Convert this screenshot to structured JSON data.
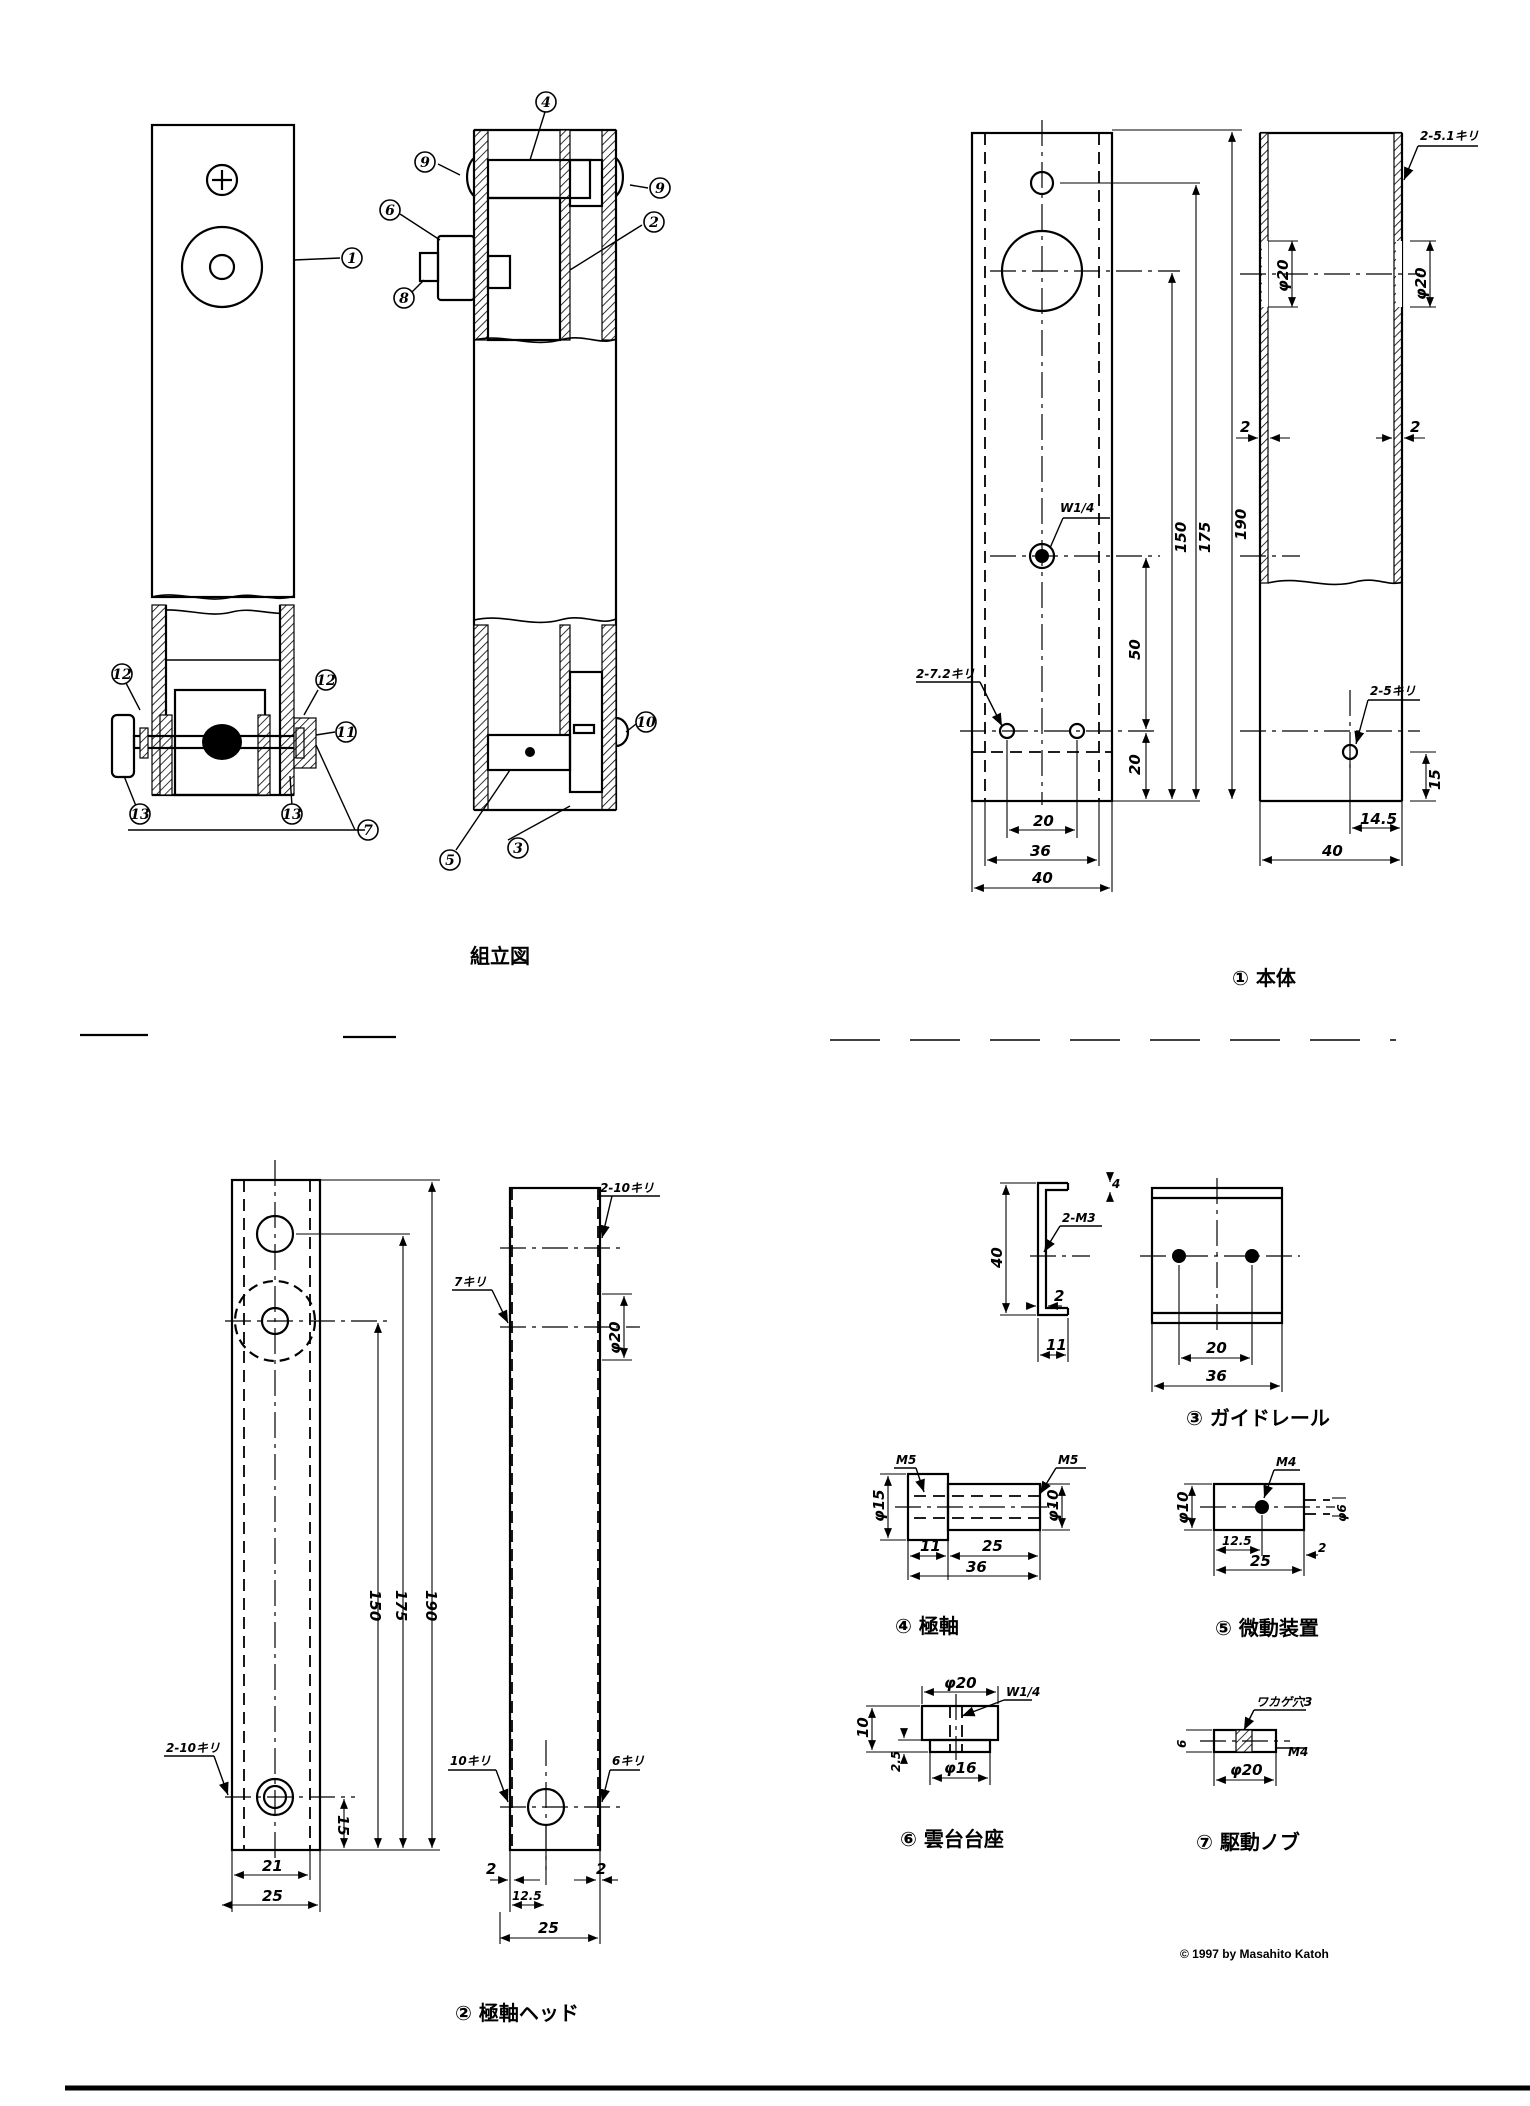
{
  "titles": {
    "assembly": "組立図",
    "body": "① 本体",
    "head": "② 極軸ヘッド",
    "guide": "③ ガイドレール",
    "shaft": "④ 極軸",
    "fine": "⑤ 微動装置",
    "mount": "⑥ 雲台台座",
    "knob": "⑦ 駆動ノブ",
    "copyright": "© 1997 by Masahito Katoh"
  },
  "balloons": [
    "1",
    "2",
    "3",
    "4",
    "5",
    "6",
    "7",
    "8",
    "9",
    "9",
    "10",
    "11",
    "12",
    "12",
    "13",
    "13"
  ],
  "body_dims": {
    "d190": "190",
    "d175": "175",
    "d150": "150",
    "d50": "50",
    "d20": "20",
    "w20": "20",
    "w36": "36",
    "w40": "40",
    "w40b": "40",
    "d15": "15",
    "d14_5": "14.5",
    "phi20a": "φ20",
    "phi20b": "φ20",
    "t2a": "2",
    "t2b": "2",
    "w14": "W1/4",
    "drill2_5": "2-5.1キリ",
    "drill2_7": "2-7.2キリ",
    "drill2_5b": "2-5キリ"
  },
  "head_dims": {
    "d190": "190",
    "d175": "175",
    "d150": "150",
    "d15": "15",
    "w21": "21",
    "w25": "25",
    "w25b": "25",
    "w12_5": "12.5",
    "t2a": "2",
    "t2b": "2",
    "phi20": "φ20",
    "drill2_10a": "2-10キリ",
    "drill2_10b": "2-10キリ",
    "drill7": "7キリ",
    "drill10": "10キリ",
    "drill6": "6キリ"
  },
  "guide_dims": {
    "h40": "40",
    "m3": "2-M3",
    "t2": "2",
    "w11": "11",
    "w20": "20",
    "w36": "36",
    "t4": "4"
  },
  "shaft_dims": {
    "m5a": "M5",
    "m5b": "M5",
    "phi15": "φ15",
    "phi10": "φ10",
    "w11": "11",
    "w25": "25",
    "w36": "36"
  },
  "fine_dims": {
    "m4": "M4",
    "phi10": "φ10",
    "phi6": "φ6",
    "w12_5": "12.5",
    "w25": "25",
    "t2": "2"
  },
  "mount_dims": {
    "phi20": "φ20",
    "w14": "W1/4",
    "h10": "10",
    "h2_5": "2.5",
    "phi16": "φ16"
  },
  "knob_dims": {
    "note": "ワカゲ穴3",
    "h6": "6",
    "m4": "M4",
    "phi20": "φ20"
  }
}
